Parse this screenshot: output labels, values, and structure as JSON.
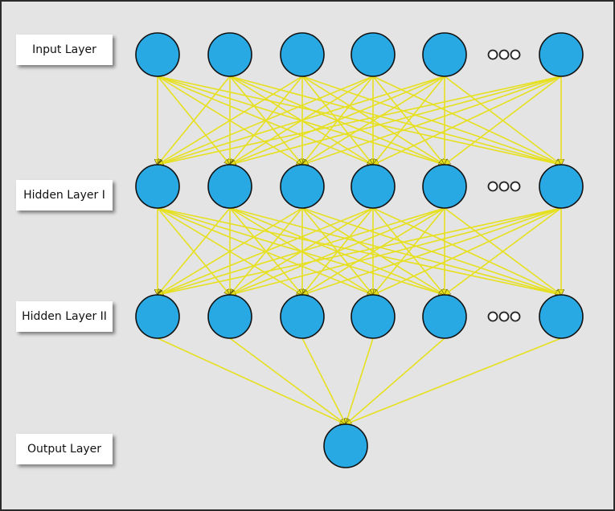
{
  "labels": {
    "input": "Input Layer",
    "hidden1": "Hidden Layer I",
    "hidden2": "Hidden Layer II",
    "output": "Output Layer"
  },
  "colors": {
    "background": "#e4e4e4",
    "node_fill": "#29a9e3",
    "node_stroke": "#111111",
    "edge": "#e6e01e",
    "ellipsis_dot": "#ffffff"
  },
  "network": {
    "layers": [
      {
        "id": "input",
        "visible_nodes": 6,
        "has_ellipsis": true
      },
      {
        "id": "hidden1",
        "visible_nodes": 6,
        "has_ellipsis": true
      },
      {
        "id": "hidden2",
        "visible_nodes": 6,
        "has_ellipsis": true
      },
      {
        "id": "output",
        "visible_nodes": 1,
        "has_ellipsis": false
      }
    ]
  }
}
